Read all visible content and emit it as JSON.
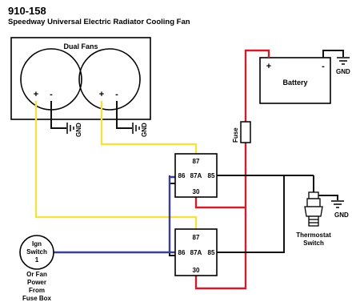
{
  "header": {
    "part_number": "910-158",
    "title": "Speedway Universal Electric Radiator Cooling Fan"
  },
  "fans": {
    "label": "Dual Fans",
    "fan1": {
      "plus": "+",
      "minus": "-"
    },
    "fan2": {
      "plus": "+",
      "minus": "-"
    }
  },
  "ground_label": "GND",
  "battery": {
    "label": "Battery",
    "plus": "+",
    "minus": "-"
  },
  "fuse_label": "Fuse",
  "relay_top": {
    "pin87": "87",
    "pin86": "86",
    "pin87a": "87A",
    "pin85": "85",
    "pin30": "30"
  },
  "relay_bottom": {
    "pin87": "87",
    "pin86": "86",
    "pin87a": "87A",
    "pin85": "85",
    "pin30": "30"
  },
  "thermostat": {
    "line1": "Thermostat",
    "line2": "Switch"
  },
  "ign_switch": {
    "line1": "Ign",
    "line2": "Switch",
    "line3": "1"
  },
  "ign_note": [
    "Or Fan",
    "Power",
    "From",
    "Fuse Box"
  ],
  "colors": {
    "yellow_wire": "#f2e24a",
    "red_wire": "#c8202e",
    "blue_wire": "#3a3f8f",
    "black_wire": "#111111"
  }
}
